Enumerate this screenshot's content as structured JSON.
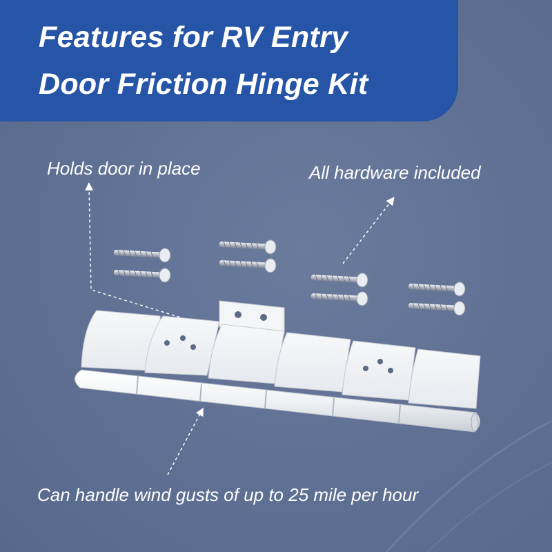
{
  "header": {
    "title_line1": "Features for RV Entry",
    "title_line2": "Door Friction Hinge Kit"
  },
  "callouts": {
    "holds_door": "Holds door in place",
    "hardware": "All hardware included",
    "wind": "Can handle wind gusts of up to 25 mile per hour"
  },
  "colors": {
    "header_bg": "#2654a6",
    "background": "#5f7093",
    "text": "#ffffff",
    "hinge": "#f2f3f5"
  }
}
